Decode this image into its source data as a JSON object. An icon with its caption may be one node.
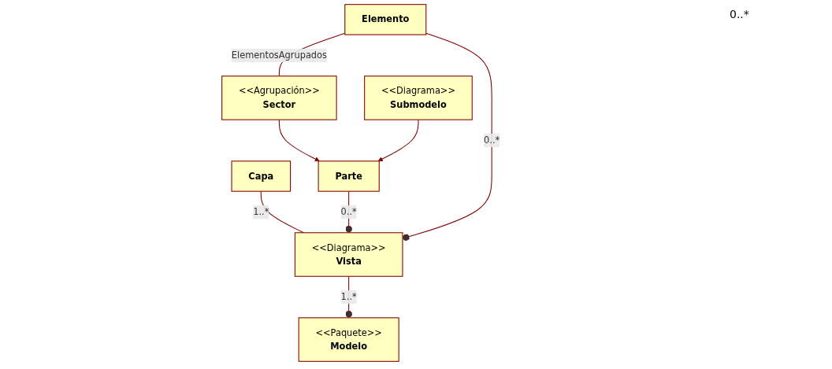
{
  "diagram": {
    "nodes": [
      {
        "text": [
          "Capa"
        ]
      },
      {
        "text": [
          "<<Paquete>>",
          "Modelo"
        ]
      },
      {
        "text": [
          "<<Diagrama>>",
          "Vista"
        ]
      },
      {
        "text": [
          "Parte"
        ]
      },
      {
        "text": [
          "Elemento"
        ]
      },
      {
        "text": [
          "<<Agrupación>>",
          "Sector"
        ]
      },
      {
        "text": [
          "<<Diagrama>>",
          "Submodelo"
        ]
      }
    ],
    "edges": [
      {
        "from": 0,
        "to": 2,
        "arrow": "none",
        "label": "1..*"
      },
      {
        "from": 2,
        "to": 1,
        "arrow": "other",
        "label": "1..*"
      },
      {
        "from": 3,
        "to": 2,
        "arrow": "other",
        "label": "0..*"
      },
      {
        "from": 4,
        "to": 2,
        "arrow": "other",
        "label": "0..*"
      },
      {
        "from": 4,
        "to": 5,
        "arrow": "none",
        "label": "ElementosAgrupados"
      },
      {
        "from": 5,
        "to": 3,
        "arrow": "to"
      },
      {
        "from": 6,
        "to": 3,
        "arrow": "to"
      }
    ],
    "labels": [
      "0..*"
    ]
  }
}
